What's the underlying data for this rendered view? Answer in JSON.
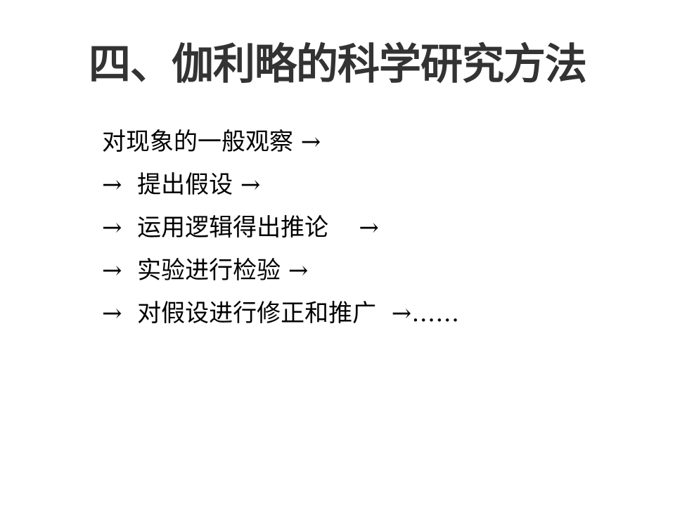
{
  "slide": {
    "title": "四、伽利略的科学研究方法",
    "colors": {
      "title": "#333333",
      "body": "#000000",
      "background": "#ffffff"
    },
    "steps": [
      {
        "text": "对现象的一般观察 →"
      },
      {
        "text": "→  提出假设 →"
      },
      {
        "text": "→  运用逻辑得出推论    →"
      },
      {
        "text": "→  实验进行检验 →"
      },
      {
        "text": "→  对假设进行修正和推广  →……"
      }
    ]
  }
}
